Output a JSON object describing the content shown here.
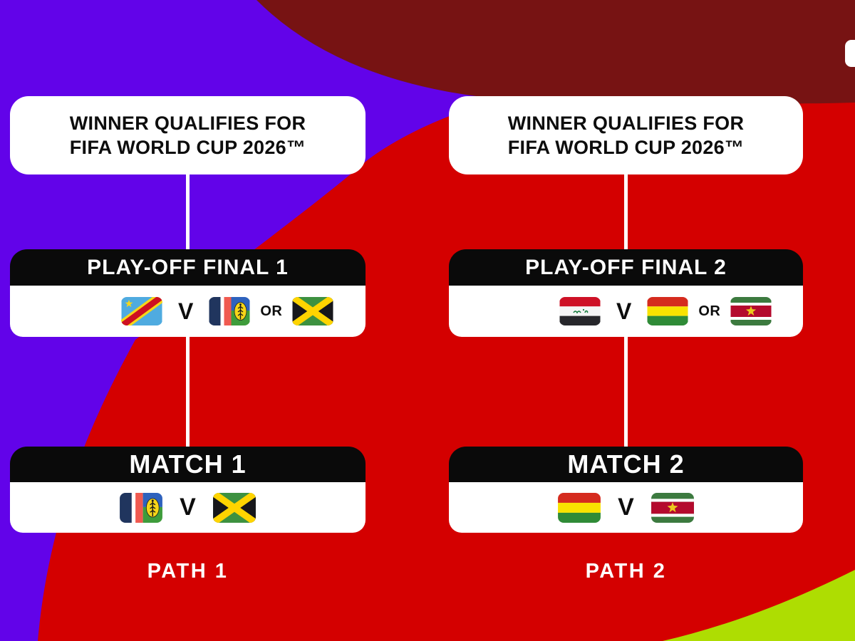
{
  "background_colors": {
    "purple": "#6203E9",
    "red": "#D40000",
    "maroon": "#771313",
    "lime": "#AEDD02",
    "header_black": "#0A0A0A",
    "card_white": "#FFFFFF"
  },
  "columns": [
    {
      "qualifier_card": {
        "line1": "WINNER QUALIFIES FOR",
        "line2": "FIFA WORLD CUP 2026™"
      },
      "playoff_final": {
        "title": "PLAY-OFF FINAL 1",
        "team_a": "DR Congo",
        "versus_label": "V",
        "team_b": "New Caledonia",
        "or_label": "OR",
        "team_c": "Jamaica"
      },
      "match": {
        "title": "MATCH 1",
        "team_a": "New Caledonia",
        "versus_label": "V",
        "team_b": "Jamaica"
      },
      "path_label": "PATH 1"
    },
    {
      "qualifier_card": {
        "line1": "WINNER QUALIFIES FOR",
        "line2": "FIFA WORLD CUP 2026™"
      },
      "playoff_final": {
        "title": "PLAY-OFF FINAL 2",
        "team_a": "Iraq",
        "versus_label": "V",
        "team_b": "Bolivia",
        "or_label": "OR",
        "team_c": "Suriname"
      },
      "match": {
        "title": "MATCH 2",
        "team_a": "Bolivia",
        "versus_label": "V",
        "team_b": "Suriname"
      },
      "path_label": "PATH 2"
    }
  ]
}
